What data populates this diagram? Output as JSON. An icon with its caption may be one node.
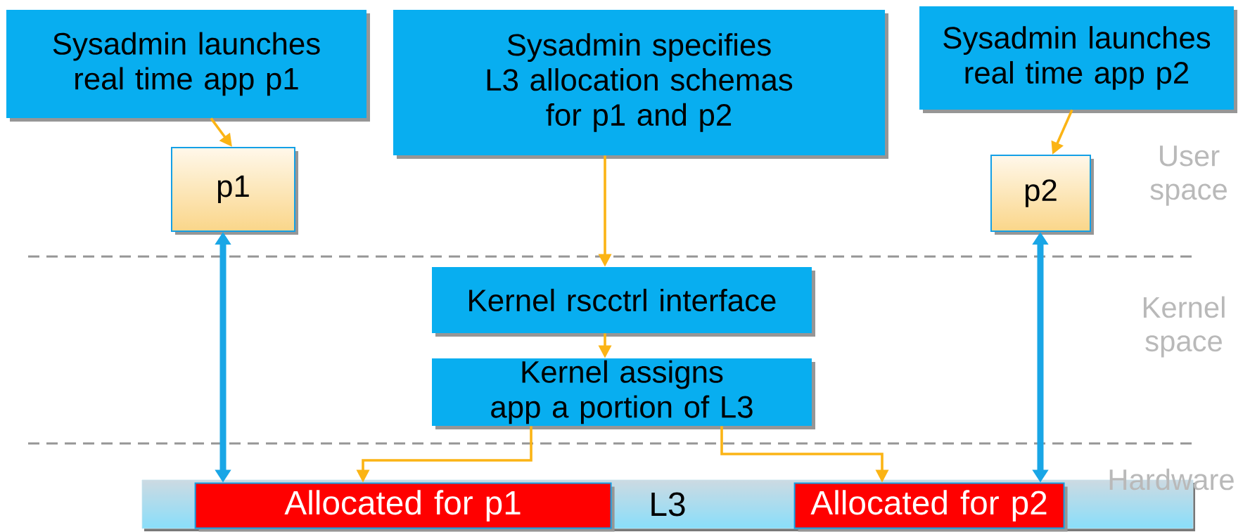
{
  "diagram": {
    "nodes": [
      {
        "text": [
          "Sysadmin launches real time app p1"
        ]
      },
      {
        "text": [
          "Sysadmin specifies L3 allocation schemas for p1 and p2"
        ]
      },
      {
        "text": [
          "Sysadmin launches real time app p2"
        ]
      },
      {
        "text": [
          "p1"
        ]
      },
      {
        "text": [
          "p2"
        ]
      },
      {
        "text": [
          "Kernel rscctrl interface"
        ]
      },
      {
        "text": [
          "Kernel assigns app a portion of L3"
        ]
      },
      {
        "text": [
          "L3"
        ]
      },
      {
        "text": [
          "Allocated for p1"
        ],
        "in": 7
      },
      {
        "text": [
          "Allocated for p2"
        ],
        "in": 7
      }
    ],
    "edges": [
      {
        "from": 0,
        "to": 3,
        "arrow": "to"
      },
      {
        "from": 2,
        "to": 4,
        "arrow": "to"
      },
      {
        "from": 1,
        "to": 5,
        "arrow": "to"
      },
      {
        "from": 5,
        "to": 6,
        "arrow": "to"
      },
      {
        "from": 6,
        "to": 8,
        "arrow": "to"
      },
      {
        "from": 6,
        "to": 9,
        "arrow": "to"
      },
      {
        "from": 3,
        "to": 8,
        "arrow": "both",
        "style": "thick",
        "color": "#19a6e6"
      },
      {
        "from": 4,
        "to": 9,
        "arrow": "both",
        "style": "thick",
        "color": "#19a6e6"
      }
    ],
    "labels": [
      "User space",
      "Kernel space",
      "Hardware"
    ]
  }
}
